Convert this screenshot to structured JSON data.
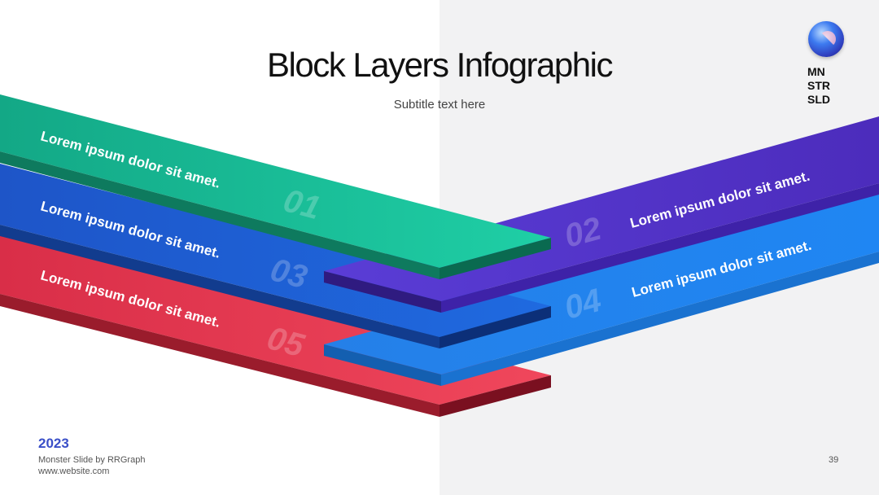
{
  "slide": {
    "title": "Block Layers Infographic",
    "subtitle": "Subtitle text here",
    "page_number": "39"
  },
  "logo": {
    "line1": "MN",
    "line2": "STR",
    "line3": "SLD"
  },
  "layers": [
    {
      "number": "01",
      "text": "Lorem ipsum dolor sit amet.",
      "color_top": "#16bd95",
      "color_side": "#0e7a5e"
    },
    {
      "number": "02",
      "text": "Lorem ipsum dolor sit amet.",
      "color_top": "#5533cc",
      "color_side": "#2f1b80"
    },
    {
      "number": "03",
      "text": "Lorem ipsum dolor sit amet.",
      "color_top": "#1f5fd3",
      "color_side": "#123c8e"
    },
    {
      "number": "04",
      "text": "Lorem ipsum dolor sit amet.",
      "color_top": "#2b8ef5",
      "color_side": "#145fb0"
    },
    {
      "number": "05",
      "text": "Lorem ipsum dolor sit amet.",
      "color_top": "#e8384e",
      "color_side": "#9a1c2c"
    }
  ],
  "footer": {
    "year": "2023",
    "credit": "Monster Slide by RRGraph",
    "website": "www.website.com"
  }
}
